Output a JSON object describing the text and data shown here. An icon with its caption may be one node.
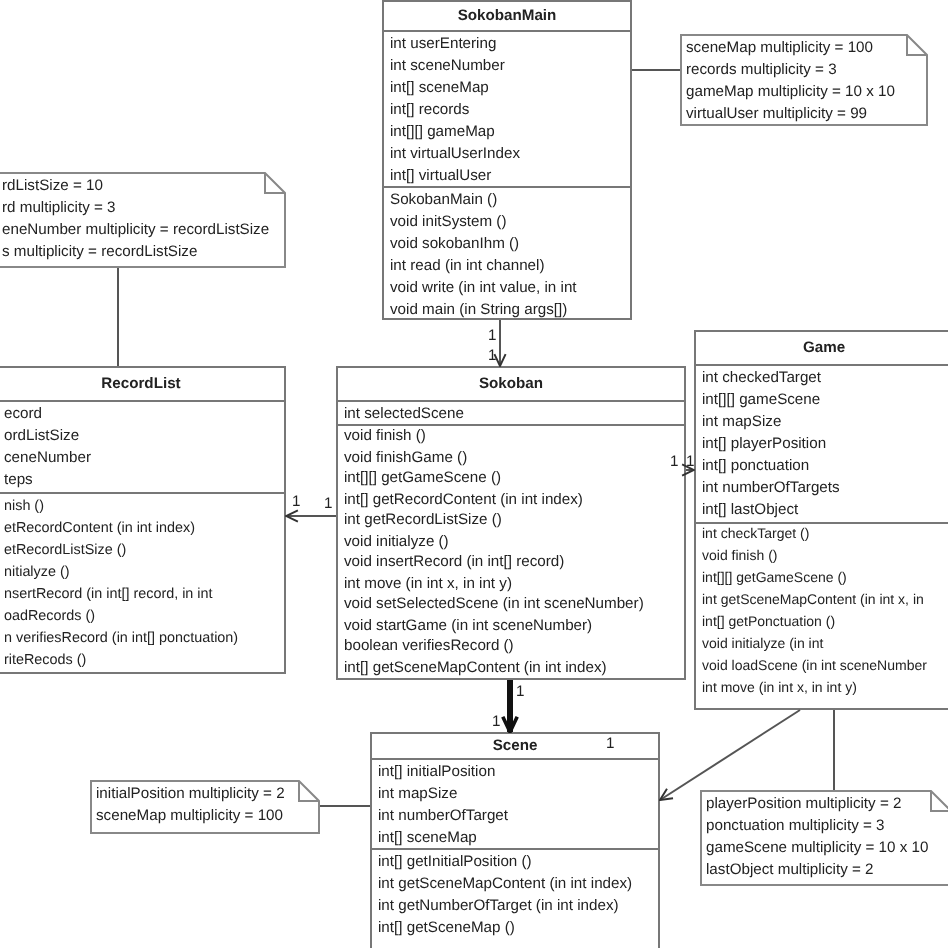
{
  "diagram": {
    "nodes": [
      {
        "text": [
          "SokobanMain"
        ]
      },
      {
        "text": [
          "int  userEntering",
          "int  sceneNumber",
          "int[]  sceneMap",
          "int[]  records",
          "int[][]  gameMap",
          "int  virtualUserIndex",
          "int[]  virtualUser"
        ],
        "in": 0
      },
      {
        "text": [
          "SokobanMain ()",
          "void  initSystem ()",
          "void  sokobanIhm ()",
          "int  read (in int channel)",
          "void  write (in int value, in int",
          "void  main (in String args[])"
        ],
        "in": 0
      },
      {
        "text": [
          "sceneMap multiplicity = 100",
          "records multiplicity = 3",
          "gameMap multiplicity = 10 x 10",
          "virtualUser multiplicity = 99"
        ]
      },
      {
        "text": [
          "rdListSize = 10",
          "rd multiplicity = 3",
          "eneNumber multiplicity = recordListSize",
          "s multiplicity = recordListSize"
        ]
      },
      {
        "text": [
          "RecordList"
        ]
      },
      {
        "text": [
          "ecord",
          "ordListSize",
          "ceneNumber",
          "teps"
        ],
        "in": 5
      },
      {
        "text": [
          "nish ()",
          "etRecordContent (in int index)",
          "etRecordListSize ()",
          "nitialyze ()",
          "nsertRecord (in int[] record, in int",
          "oadRecords ()",
          "n  verifiesRecord (in int[] ponctuation)",
          "riteRecods ()"
        ],
        "in": 5
      },
      {
        "text": [
          "Sokoban"
        ]
      },
      {
        "text": [
          "int  selectedScene"
        ],
        "in": 8
      },
      {
        "text": [
          "void  finish ()",
          "void  finishGame ()",
          "int[][]  getGameScene ()",
          "int[]  getRecordContent (in int index)",
          "int  getRecordListSize ()",
          "void  initialyze ()",
          "void  insertRecord (in int[] record)",
          "int  move (in int x, in int y)",
          "void  setSelectedScene (in int sceneNumber)",
          "void  startGame (in int sceneNumber)",
          "boolean  verifiesRecord ()",
          "int[]  getSceneMapContent (in int index)"
        ],
        "in": 8
      },
      {
        "text": [
          "Game"
        ]
      },
      {
        "text": [
          "int  checkedTarget",
          "int[][]  gameScene",
          "int  mapSize",
          "int[]  playerPosition",
          "int[]  ponctuation",
          "int  numberOfTargets",
          "int[]  lastObject"
        ],
        "in": 11
      },
      {
        "text": [
          "int  checkTarget ()",
          "void  finish ()",
          "int[][]  getGameScene ()",
          "int  getSceneMapContent (in int x, in",
          "int[]  getPonctuation ()",
          "void  initialyze (in int",
          "void  loadScene (in int sceneNumber",
          "int  move (in int x, in int y)"
        ],
        "in": 11
      },
      {
        "text": [
          "Scene"
        ]
      },
      {
        "text": [
          "int[]  initialPosition",
          "int  mapSize",
          "int  numberOfTarget",
          "int[]  sceneMap"
        ],
        "in": 14
      },
      {
        "text": [
          "int[]  getInitialPosition ()",
          "int  getSceneMapContent (in int index)",
          "int  getNumberOfTarget (in int index)",
          "int[]  getSceneMap ()"
        ],
        "in": 14
      },
      {
        "text": [
          "initialPosition multiplicity = 2",
          "sceneMap multiplicity = 100"
        ]
      },
      {
        "text": [
          "playerPosition multiplicity = 2",
          "ponctuation multiplicity = 3",
          "gameScene multiplicity = 10 x 10",
          "lastObject multiplicity = 2"
        ]
      }
    ],
    "edges": [
      {
        "from": 0,
        "to": 8,
        "arrow": "to"
      },
      {
        "from": 8,
        "to": 5,
        "arrow": "to"
      },
      {
        "from": 8,
        "to": 11,
        "arrow": "to"
      },
      {
        "from": 8,
        "to": 14,
        "arrow": "to",
        "style": "thick"
      },
      {
        "from": 11,
        "to": 14,
        "arrow": "to"
      },
      {
        "from": 0,
        "to": 3,
        "arrow": "none"
      },
      {
        "from": 4,
        "to": 5,
        "arrow": "none"
      },
      {
        "from": 17,
        "to": 14,
        "arrow": "none"
      },
      {
        "from": 11,
        "to": 18,
        "arrow": "none"
      }
    ],
    "labels": [
      "1",
      "1",
      "1",
      "1",
      "1",
      "1",
      "1",
      "1",
      "1"
    ]
  }
}
